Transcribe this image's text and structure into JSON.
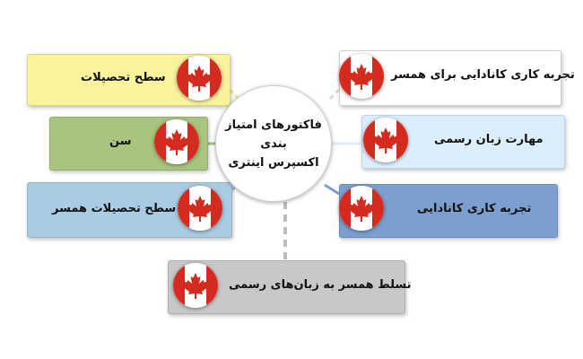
{
  "center": {
    "line1": "فاکتورهای امتیاز بندی",
    "line2": "اکسپرس اینتری"
  },
  "factors": [
    {
      "label": "سطح تحصیلات",
      "color": "#f8f39c",
      "icon": "canada-flag-icon"
    },
    {
      "label": "سن",
      "color": "#a9c47f",
      "icon": "canada-flag-icon"
    },
    {
      "label": "سطح تحصیلات همسر",
      "color": "#a9cbe3",
      "icon": "canada-flag-icon"
    },
    {
      "label": "تسلط همسر به زبان‌های رسمی",
      "color": "#c8c8c8",
      "icon": "canada-flag-icon"
    },
    {
      "label": "تجربه کاری کانادایی",
      "color": "#7d9fd0",
      "icon": "canada-flag-icon"
    },
    {
      "label": "مهارت زبان رسمی",
      "color": "#dceefb",
      "icon": "canada-flag-icon"
    },
    {
      "label": "تجربه کاری کانادایی برای همسر",
      "color": "#ffffff",
      "icon": "canada-flag-icon"
    }
  ]
}
